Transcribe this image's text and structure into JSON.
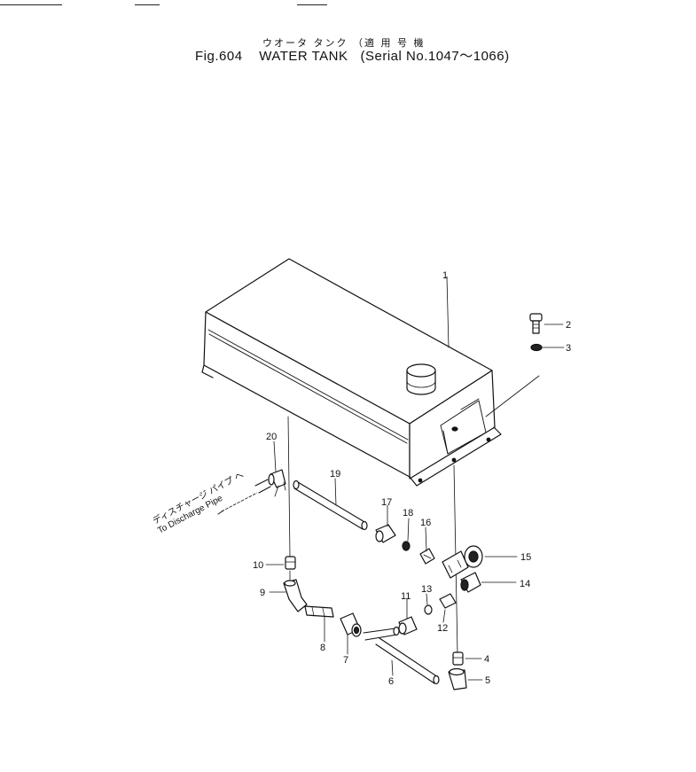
{
  "title": {
    "japanese": "ウオータ タンク （適 用 号 機",
    "figure": "Fig.604",
    "name": "WATER TANK",
    "serial": "(Serial No.1047～1066)"
  },
  "destination": {
    "japanese": "ディスチャージ パイプ へ",
    "english": "To Discharge Pipe"
  },
  "callouts": [
    "1",
    "2",
    "3",
    "4",
    "5",
    "6",
    "7",
    "8",
    "9",
    "10",
    "11",
    "12",
    "13",
    "14",
    "15",
    "16",
    "17",
    "18",
    "19",
    "20"
  ]
}
